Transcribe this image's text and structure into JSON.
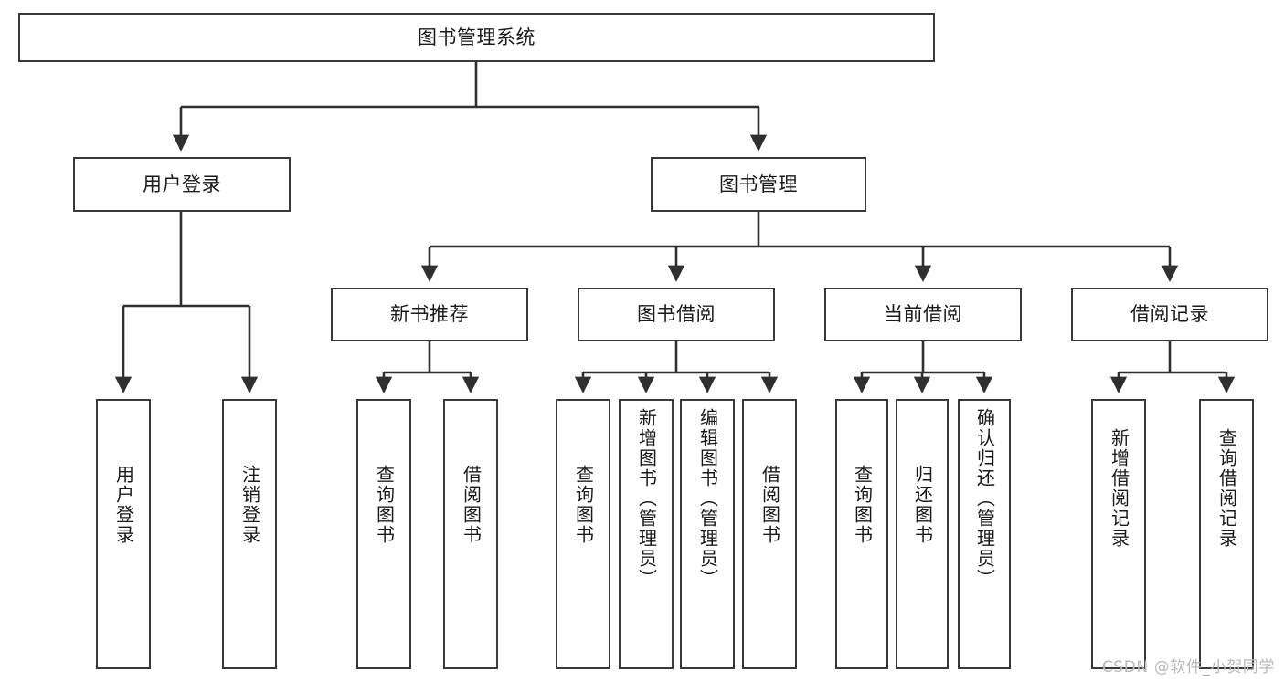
{
  "diagram": {
    "title": "图书管理系统",
    "type": "tree-hierarchy-chart",
    "colors": {
      "box_border": "#3a3a3a",
      "box_fill": "#ffffff",
      "edge": "#2f2f2f",
      "text": "#1a1a1a",
      "watermark": "#b9b9b9"
    },
    "root": {
      "label": "图书管理系统"
    },
    "level2": [
      {
        "label": "用户登录"
      },
      {
        "label": "图书管理"
      }
    ],
    "level3": [
      {
        "label": "新书推荐"
      },
      {
        "label": "图书借阅"
      },
      {
        "label": "当前借阅"
      },
      {
        "label": "借阅记录"
      }
    ],
    "leaves": {
      "user_login": [
        {
          "label": "用户登录"
        },
        {
          "label": "注销登录"
        }
      ],
      "new_book_recommend": [
        {
          "label": "查询图书"
        },
        {
          "label": "借阅图书"
        }
      ],
      "book_borrow": [
        {
          "label": "查询图书"
        },
        {
          "label": "新增图书（管理员）"
        },
        {
          "label": "编辑图书（管理员）"
        },
        {
          "label": "借阅图书"
        }
      ],
      "current_borrow": [
        {
          "label": "查询图书"
        },
        {
          "label": "归还图书"
        },
        {
          "label": "确认归还（管理员）"
        }
      ],
      "borrow_record": [
        {
          "label": "新增借阅记录"
        },
        {
          "label": "查询借阅记录"
        }
      ]
    }
  },
  "watermark": {
    "text": "CSDN @软件_小贺同学"
  }
}
